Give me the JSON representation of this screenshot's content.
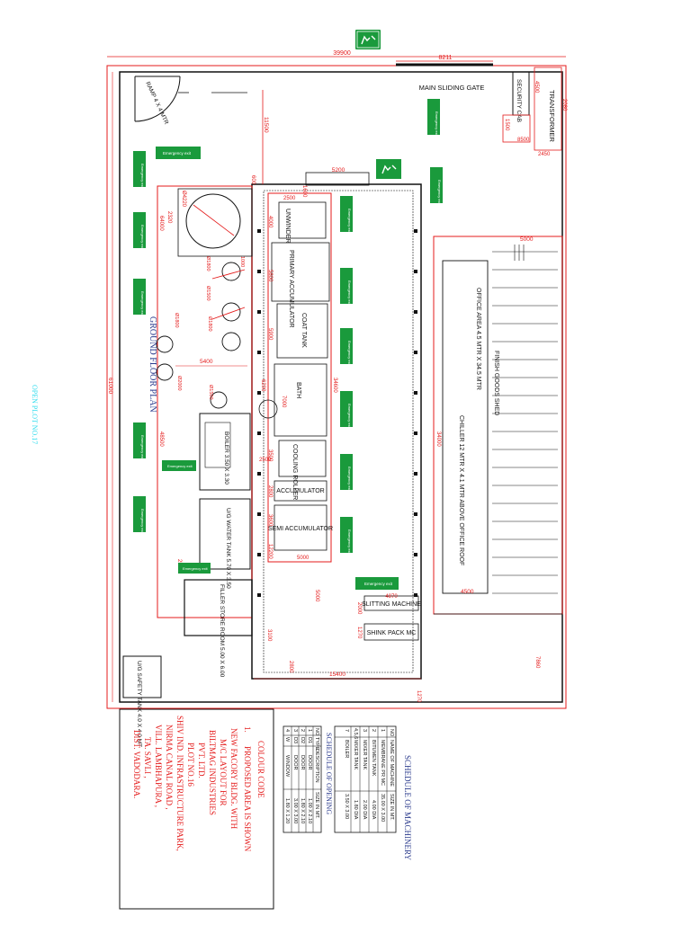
{
  "colors": {
    "dim_red": "#e41b1b",
    "wall_black": "#111111",
    "title_blue": "#2a3a8c",
    "exit_green": "#1a9a3c",
    "plot_cyan": "#33ddee"
  },
  "plan": {
    "open_plot_label": "OPEN PLOT NO.17",
    "ground_floor_label": "GROUND FLOOR PLAN",
    "main_sliding_gate": "MAIN SLIDING GATE",
    "security_cab": "SECURITY CAB",
    "transformer": "TRANSFORMER",
    "ramp": "RAMP 4 X 4 MTR",
    "unwinder": "UNWINDER",
    "primary_accumulator": "PRIMARY ACCUMULATOR",
    "coat_tank": "COAT TANK",
    "bath": "BATH",
    "cooling_roller": "COOLING ROLLER",
    "accumulator": "ACCUMULATOR",
    "semi_accumulator": "SEMI ACCUMULATOR",
    "slitting_machine": "SLITTING MACHINE",
    "shink_pack": "SHINK PACK MC",
    "boiler": "BOILER 3.50 X 3.30",
    "ug_water_tank": "U/G WATER TANK 5.70 X 3.50",
    "filler_store": "FILLER STORE ROOM 5.00 X 6.00",
    "ug_safety_tank": "U/G SAFETY TANK 4.0 X 4.0 MT",
    "office_area": "OFFICE AREA 4.5 MTR X 34.5 MTR",
    "finish_goods_shed": "FINISH GOODS SHED",
    "chiller": "CHILLER 12 MTR X 4.1 MTR ABOVE OFFICE ROOF",
    "emergency_exit": "Emergency exit"
  },
  "dimensions": {
    "d39900": "39900",
    "d8211": "8211",
    "d2080": "2080",
    "d4500a": "4500",
    "d1500": "1500",
    "d8500": "8500",
    "d2450": "2450",
    "d11500": "11500",
    "d5200": "5200",
    "d5000": "5000",
    "d64000": "64000",
    "d48500": "48500",
    "d34000": "34000",
    "d34600": "34600",
    "d61000": "61000",
    "d2500a": "2500",
    "d4000": "4000",
    "d5800": "5800",
    "d5900": "5900",
    "d7000": "7000",
    "d5400": "5400",
    "d3500": "3500",
    "d2800": "2800",
    "d3600": "3600",
    "d12200": "12200",
    "d5000b": "5000",
    "d5000c": "5000",
    "d4870": "4870",
    "d4500b": "4500",
    "d2000": "2000",
    "d1270": "1270",
    "d3100": "3100",
    "d2800b": "2800",
    "d15400": "15400",
    "d1270b": "1270",
    "d7860": "7860",
    "d2500b": "2500",
    "d2500c": "2500",
    "d6200": "6200",
    "d1000": "1000",
    "dia1": "Ø1800",
    "dia2": "Ø1500",
    "dia3": "Ø1800",
    "dia4": "Ø1800",
    "dia5": "Ø2000",
    "dia6": "Ø1500",
    "d64220": "Ø4220",
    "d2320": "2320",
    "d1600": "1600",
    "d600": "600"
  },
  "legend": {
    "color_code_title": "COLOUR CODE",
    "item_number": "1.",
    "item_text": "PROPOSED AREA IS SHOWN",
    "project_lines": [
      "NEW FACORY BLDG. WITH",
      "M/C LAYOUT FOR",
      "BILTMAG INDUSTRIES",
      "PVT. LTD.",
      "PLOT NO.16",
      "SHIV IND. INFRASTRUCTURE PARK,",
      "NIRMA CANAL ROAD ,",
      "VILL. LAMBHAPURA ,",
      "TA. SAVLI ,",
      "DIST. VADODARA."
    ]
  },
  "schedule_machinery": {
    "title": "SCHEDULE OF MACHINERY",
    "headers": [
      "NO",
      "NAME OF MACHINE",
      "SIZE IN MT."
    ],
    "rows": [
      [
        "1",
        "MEMBRANE PR MC",
        "35.00 X 3.00"
      ],
      [
        "2",
        "BITUMEN TANK",
        "4.00 DIA"
      ],
      [
        "3",
        "MIXER TANK",
        "2.00 DIA"
      ],
      [
        "4,5,6",
        "MIXER TANK",
        "1.80 DIA"
      ],
      [
        "7",
        "BOILER",
        "3.50 X 3.00"
      ]
    ]
  },
  "schedule_opening": {
    "title": "SCHEDULE OF OPENING",
    "headers": [
      "NO",
      "TYPE",
      "DESCRIPTION",
      "SIZE IN MT."
    ],
    "rows": [
      [
        "1",
        "D1",
        "DOOR",
        "1.00 X 2.10"
      ],
      [
        "2",
        "D2",
        "DOOR",
        "1.80 X 2.10"
      ],
      [
        "3",
        "D3",
        "DOOR",
        "3.00 X 3.00"
      ],
      [
        "4",
        "W",
        "WINDOW",
        "1.80 X 1.20"
      ]
    ]
  }
}
